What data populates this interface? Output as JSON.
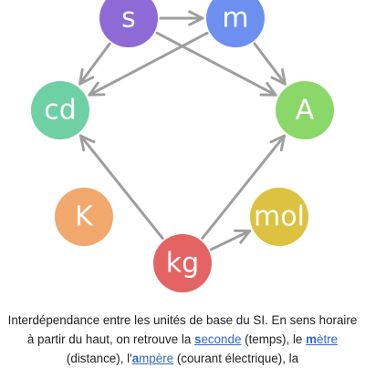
{
  "diagram": {
    "colors": {
      "arrow": "#9e9e9e",
      "text": "#ffffff"
    },
    "nodes": [
      {
        "id": "s",
        "label": "s",
        "color": "#8e6ad6"
      },
      {
        "id": "m",
        "label": "m",
        "color": "#6c8ff0"
      },
      {
        "id": "cd",
        "label": "cd",
        "color": "#6ed0a4"
      },
      {
        "id": "A",
        "label": "A",
        "color": "#8ad86a"
      },
      {
        "id": "K",
        "label": "K",
        "color": "#f0a86c"
      },
      {
        "id": "mol",
        "label": "mol",
        "color": "#dcc240"
      },
      {
        "id": "kg",
        "label": "kg",
        "color": "#e46464"
      }
    ],
    "edges": [
      {
        "from": "s",
        "to": "m"
      },
      {
        "from": "s",
        "to": "cd"
      },
      {
        "from": "s",
        "to": "A"
      },
      {
        "from": "m",
        "to": "cd"
      },
      {
        "from": "m",
        "to": "A"
      },
      {
        "from": "kg",
        "to": "cd"
      },
      {
        "from": "kg",
        "to": "A"
      },
      {
        "from": "kg",
        "to": "mol"
      }
    ]
  },
  "caption": {
    "sentence1": "Interdépendance entre les unités de base du SI. En sens horaire à partir du haut, on retrouve la ",
    "link_seconde_bold": "s",
    "link_seconde_rest": "econde",
    "text_temps": " (temps), le ",
    "link_metre_bold": "m",
    "link_metre_rest": "ètre",
    "text_distance": " (distance), l'",
    "link_ampere_bold": "a",
    "link_ampere_rest": "mpère",
    "text_courant": " (courant électrique), la"
  }
}
